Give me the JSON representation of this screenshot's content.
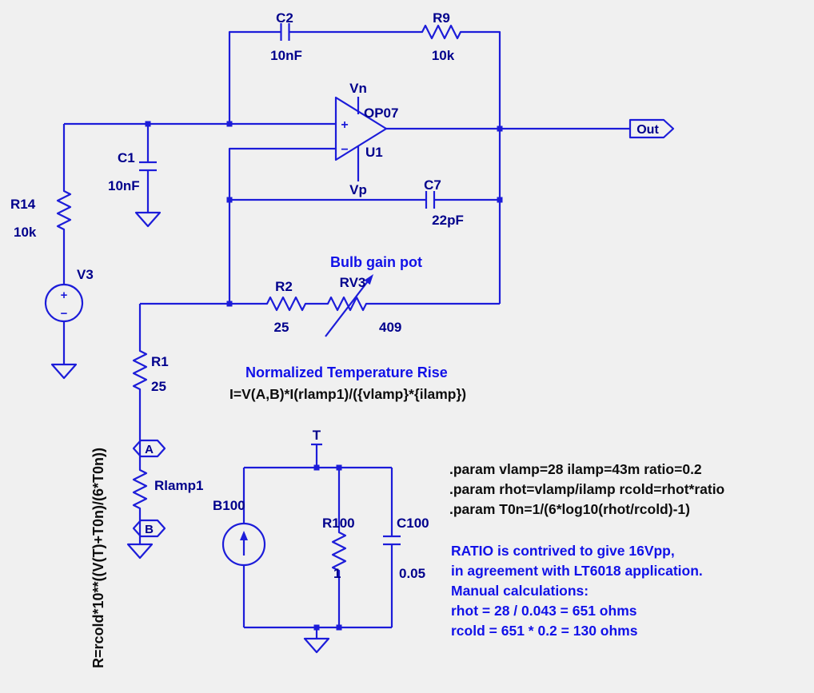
{
  "colors": {
    "background": "#F0F0F0",
    "wire": "#1C1CD9",
    "label": "#00008C",
    "comment": "#1111E8",
    "directive": "#0D0D0D"
  },
  "components": {
    "c2": {
      "name": "C2",
      "value": "10nF"
    },
    "r9": {
      "name": "R9",
      "value": "10k"
    },
    "c1": {
      "name": "C1",
      "value": "10nF"
    },
    "r14": {
      "name": "R14",
      "value": "10k"
    },
    "v3": {
      "name": "V3",
      "plus": "+",
      "minus": "−"
    },
    "u1": {
      "designator": "U1",
      "part": "OP07",
      "pin_top": "Vn",
      "pin_bottom": "Vp",
      "input_top": "+",
      "input_bottom": "−"
    },
    "c7": {
      "name": "C7",
      "value": "22pF"
    },
    "r2": {
      "name": "R2",
      "value": "25"
    },
    "rv3": {
      "name": "RV3",
      "value": "409"
    },
    "r1": {
      "name": "R1",
      "value": "25"
    },
    "rlamp1": {
      "name": "Rlamp1"
    },
    "b100": {
      "name": "B100"
    },
    "r100": {
      "name": "R100",
      "value": "1"
    },
    "c100": {
      "name": "C100",
      "value": "0.05"
    }
  },
  "ports": {
    "out": "Out"
  },
  "nets": {
    "a": "A",
    "b": "B",
    "t": "T"
  },
  "annotations": {
    "bulb_gain_pot": "Bulb gain pot",
    "temp_rise_title": "Normalized Temperature Rise",
    "temp_rise_formula": "I=V(A,B)*I(rlamp1)/({vlamp}*{ilamp})",
    "rlamp_formula": "R=rcold*10**((V(T)+T0n)/(6*T0n))",
    "params": [
      ".param vlamp=28 ilamp=43m ratio=0.2",
      ".param rhot=vlamp/ilamp rcold=rhot*ratio",
      ".param T0n=1/(6*log10(rhot/rcold)-1)"
    ],
    "notes": [
      "RATIO is contrived to give 16Vpp,",
      "in agreement with LT6018 application.",
      "Manual calculations:",
      "rhot = 28 / 0.043 = 651 ohms",
      "rcold = 651 * 0.2 = 130 ohms"
    ]
  }
}
